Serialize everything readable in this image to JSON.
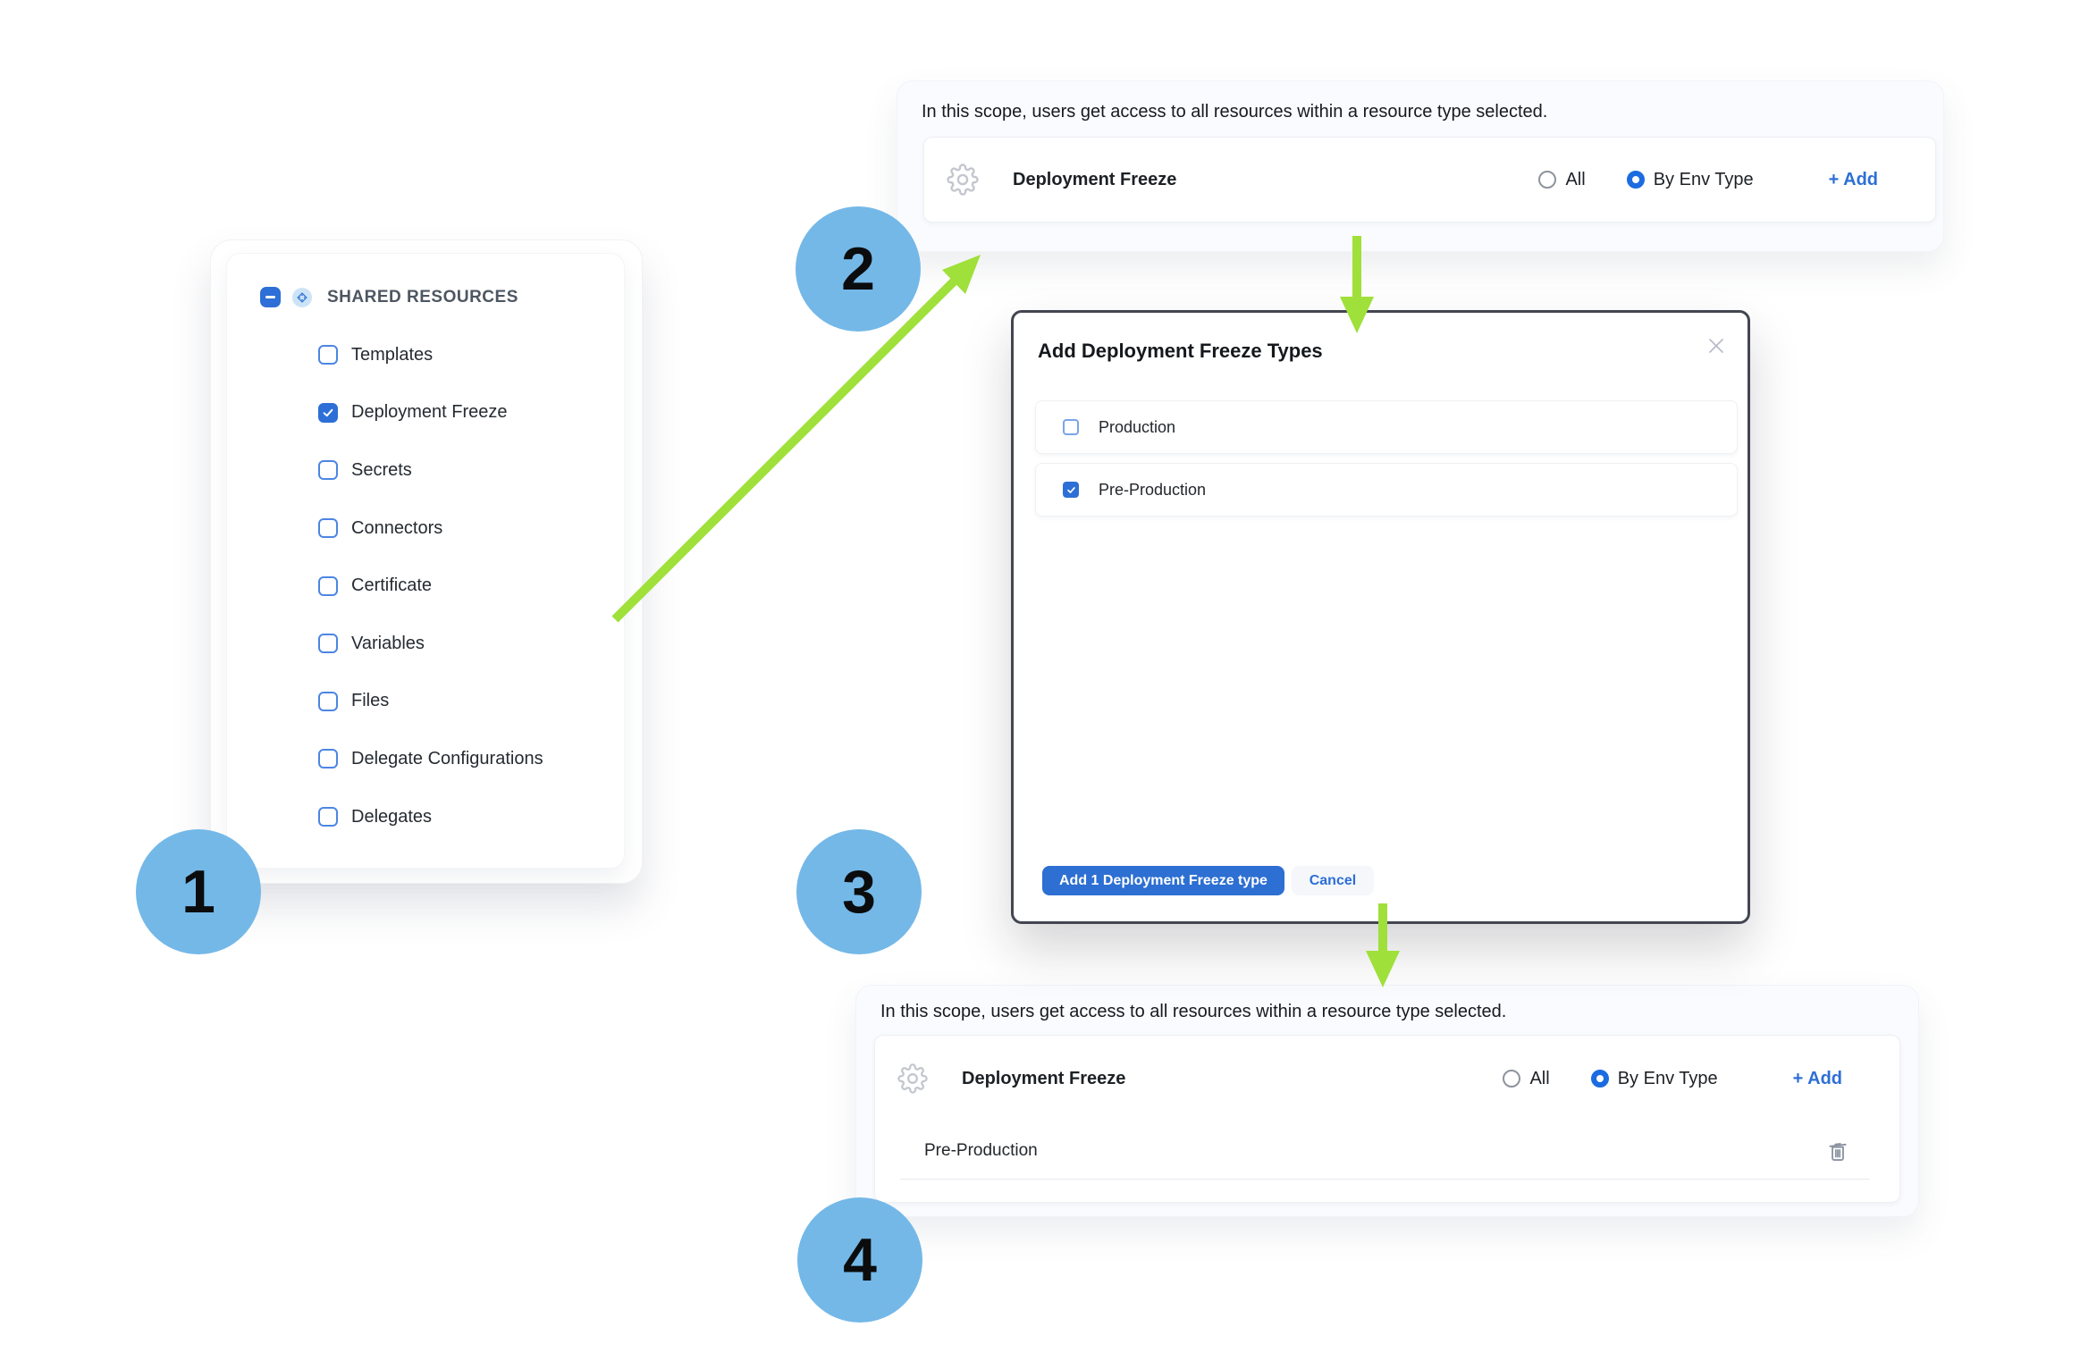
{
  "colors": {
    "accent_blue": "#2d6fd6",
    "badge_blue": "#74b8e8",
    "arrow_green": "#9fe03a",
    "modal_border": "#434651"
  },
  "left_panel": {
    "header": {
      "label": "SHARED RESOURCES",
      "checkbox_state": "indeterminate"
    },
    "items": [
      {
        "label": "Templates",
        "checked": false
      },
      {
        "label": "Deployment Freeze",
        "checked": true
      },
      {
        "label": "Secrets",
        "checked": false
      },
      {
        "label": "Connectors",
        "checked": false
      },
      {
        "label": "Certificate",
        "checked": false
      },
      {
        "label": "Variables",
        "checked": false
      },
      {
        "label": "Files",
        "checked": false
      },
      {
        "label": "Delegate Configurations",
        "checked": false
      },
      {
        "label": "Delegates",
        "checked": false
      }
    ]
  },
  "top_panel": {
    "description": "In this scope, users get access to all resources within a resource type selected.",
    "row": {
      "label": "Deployment Freeze",
      "option_all": "All",
      "option_env": "By Env Type",
      "selected_option": "By Env Type",
      "add_label": "+ Add"
    }
  },
  "modal": {
    "title": "Add Deployment Freeze Types",
    "items": [
      {
        "label": "Production",
        "checked": false
      },
      {
        "label": "Pre-Production",
        "checked": true
      }
    ],
    "primary_button": "Add 1 Deployment Freeze type",
    "cancel_button": "Cancel"
  },
  "bottom_panel": {
    "description": "In this scope, users get access to all resources within a resource type selected.",
    "row": {
      "label": "Deployment Freeze",
      "option_all": "All",
      "option_env": "By Env Type",
      "selected_option": "By Env Type",
      "add_label": "+ Add"
    },
    "selected_items": [
      {
        "label": "Pre-Production"
      }
    ]
  },
  "step_badges": {
    "s1": "1",
    "s2": "2",
    "s3": "3",
    "s4": "4"
  }
}
